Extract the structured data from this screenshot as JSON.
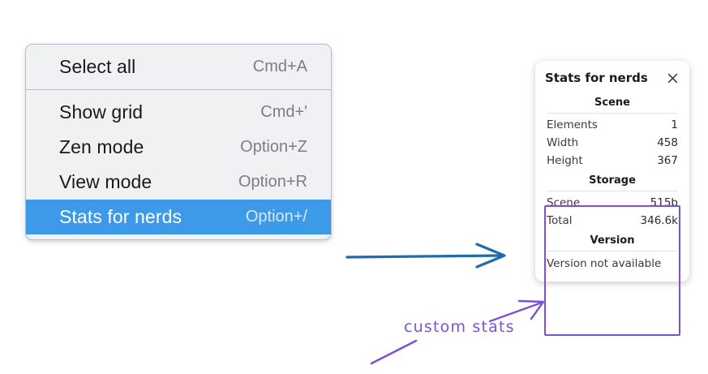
{
  "context_menu": {
    "groups": [
      {
        "items": [
          {
            "label": "Select all",
            "shortcut": "Cmd+A",
            "selected": false
          }
        ]
      },
      {
        "items": [
          {
            "label": "Show grid",
            "shortcut": "Cmd+'",
            "selected": false
          },
          {
            "label": "Zen mode",
            "shortcut": "Option+Z",
            "selected": false
          },
          {
            "label": "View mode",
            "shortcut": "Option+R",
            "selected": false
          },
          {
            "label": "Stats for nerds",
            "shortcut": "Option+/",
            "selected": true
          }
        ]
      }
    ]
  },
  "stats_panel": {
    "title": "Stats for nerds",
    "close_icon": "close-icon",
    "sections": [
      {
        "heading": "Scene",
        "rows": [
          {
            "label": "Elements",
            "value": "1"
          },
          {
            "label": "Width",
            "value": "458"
          },
          {
            "label": "Height",
            "value": "367"
          }
        ]
      },
      {
        "heading": "Storage",
        "rows": [
          {
            "label": "Scene",
            "value": "515b"
          },
          {
            "label": "Total",
            "value": "346.6k"
          }
        ]
      },
      {
        "heading": "Version",
        "note": "Version not available",
        "rows": []
      }
    ]
  },
  "annotations": {
    "handwritten_label": "custom stats",
    "arrow_blue": "arrow-right-icon",
    "arrow_purple": "arrow-up-right-icon"
  },
  "colors": {
    "menu_background": "#f0f1f3",
    "menu_selected": "#3d9ae8",
    "highlight_purple": "#7b52d6",
    "arrow_blue": "#1f6bb0",
    "panel_background": "#ffffff"
  }
}
